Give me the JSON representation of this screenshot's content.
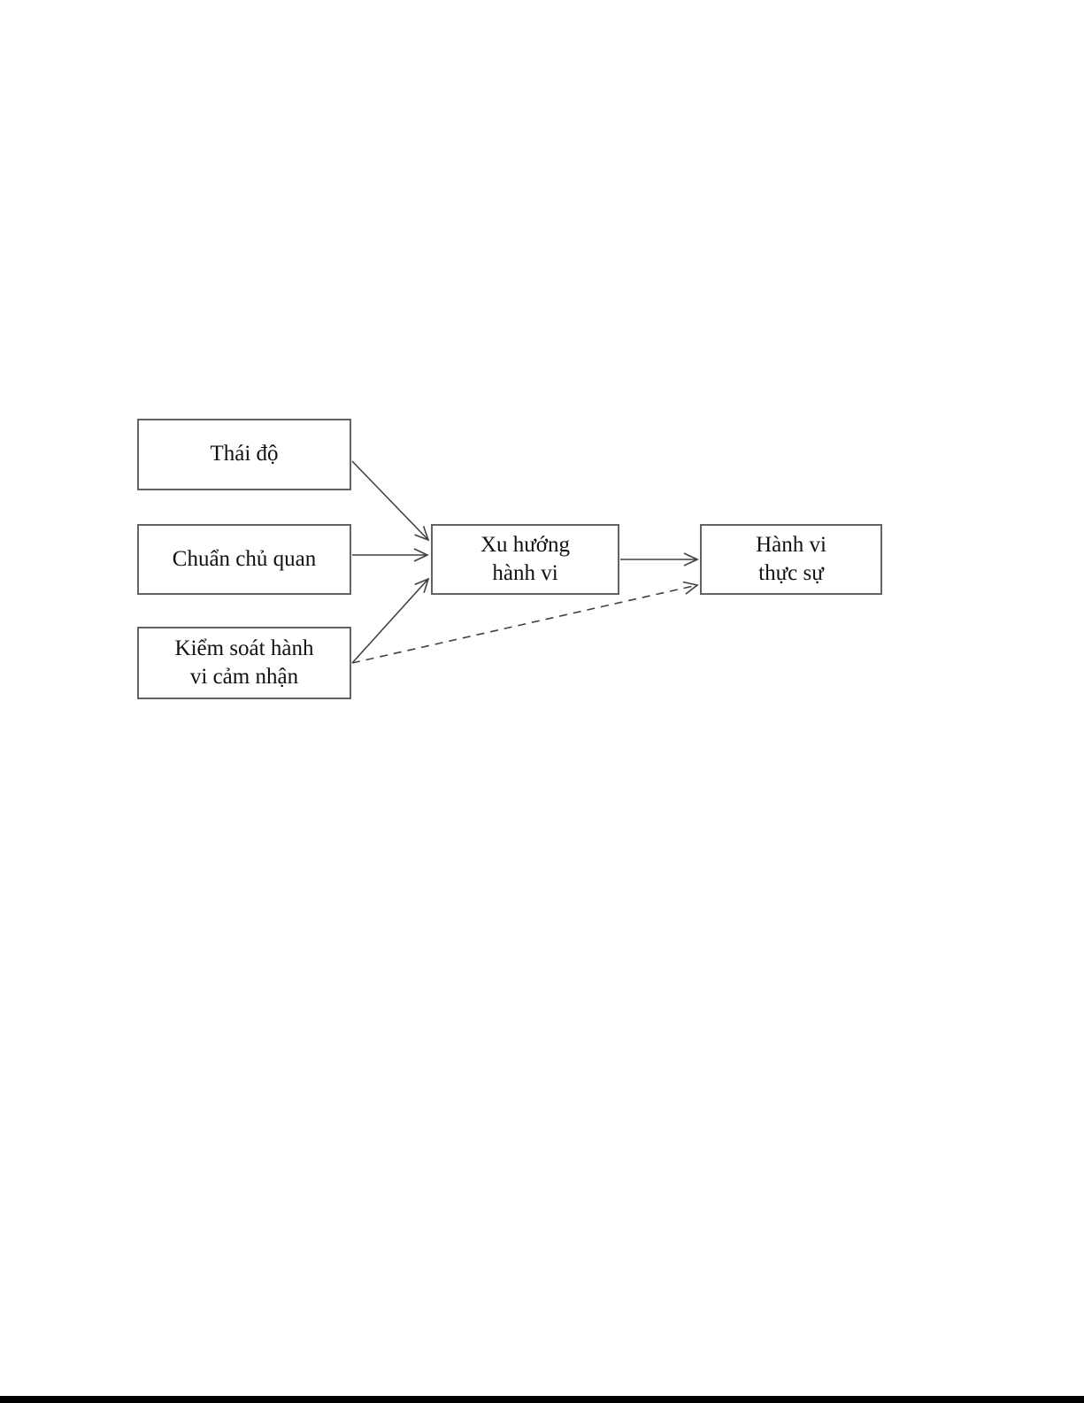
{
  "diagram": {
    "nodes": [
      {
        "id": "attitude",
        "label": "Thái độ"
      },
      {
        "id": "subjective-norm",
        "label": "Chuẩn chủ quan"
      },
      {
        "id": "perceived-behavioral-control",
        "label": "Kiểm soát hành\nvi cảm nhận"
      },
      {
        "id": "behavioral-intention",
        "label": "Xu hướng\nhành vi"
      },
      {
        "id": "actual-behavior",
        "label": "Hành vi\nthực sự"
      }
    ],
    "edges": [
      {
        "from": "attitude",
        "to": "behavioral-intention",
        "style": "solid"
      },
      {
        "from": "subjective-norm",
        "to": "behavioral-intention",
        "style": "solid"
      },
      {
        "from": "perceived-behavioral-control",
        "to": "behavioral-intention",
        "style": "solid"
      },
      {
        "from": "behavioral-intention",
        "to": "actual-behavior",
        "style": "solid"
      },
      {
        "from": "perceived-behavioral-control",
        "to": "actual-behavior",
        "style": "dashed"
      }
    ],
    "colors": {
      "box_border": "#636363",
      "edge": "#404040",
      "text": "#111111",
      "footer_bar": "#000000",
      "background": "#ffffff"
    }
  }
}
